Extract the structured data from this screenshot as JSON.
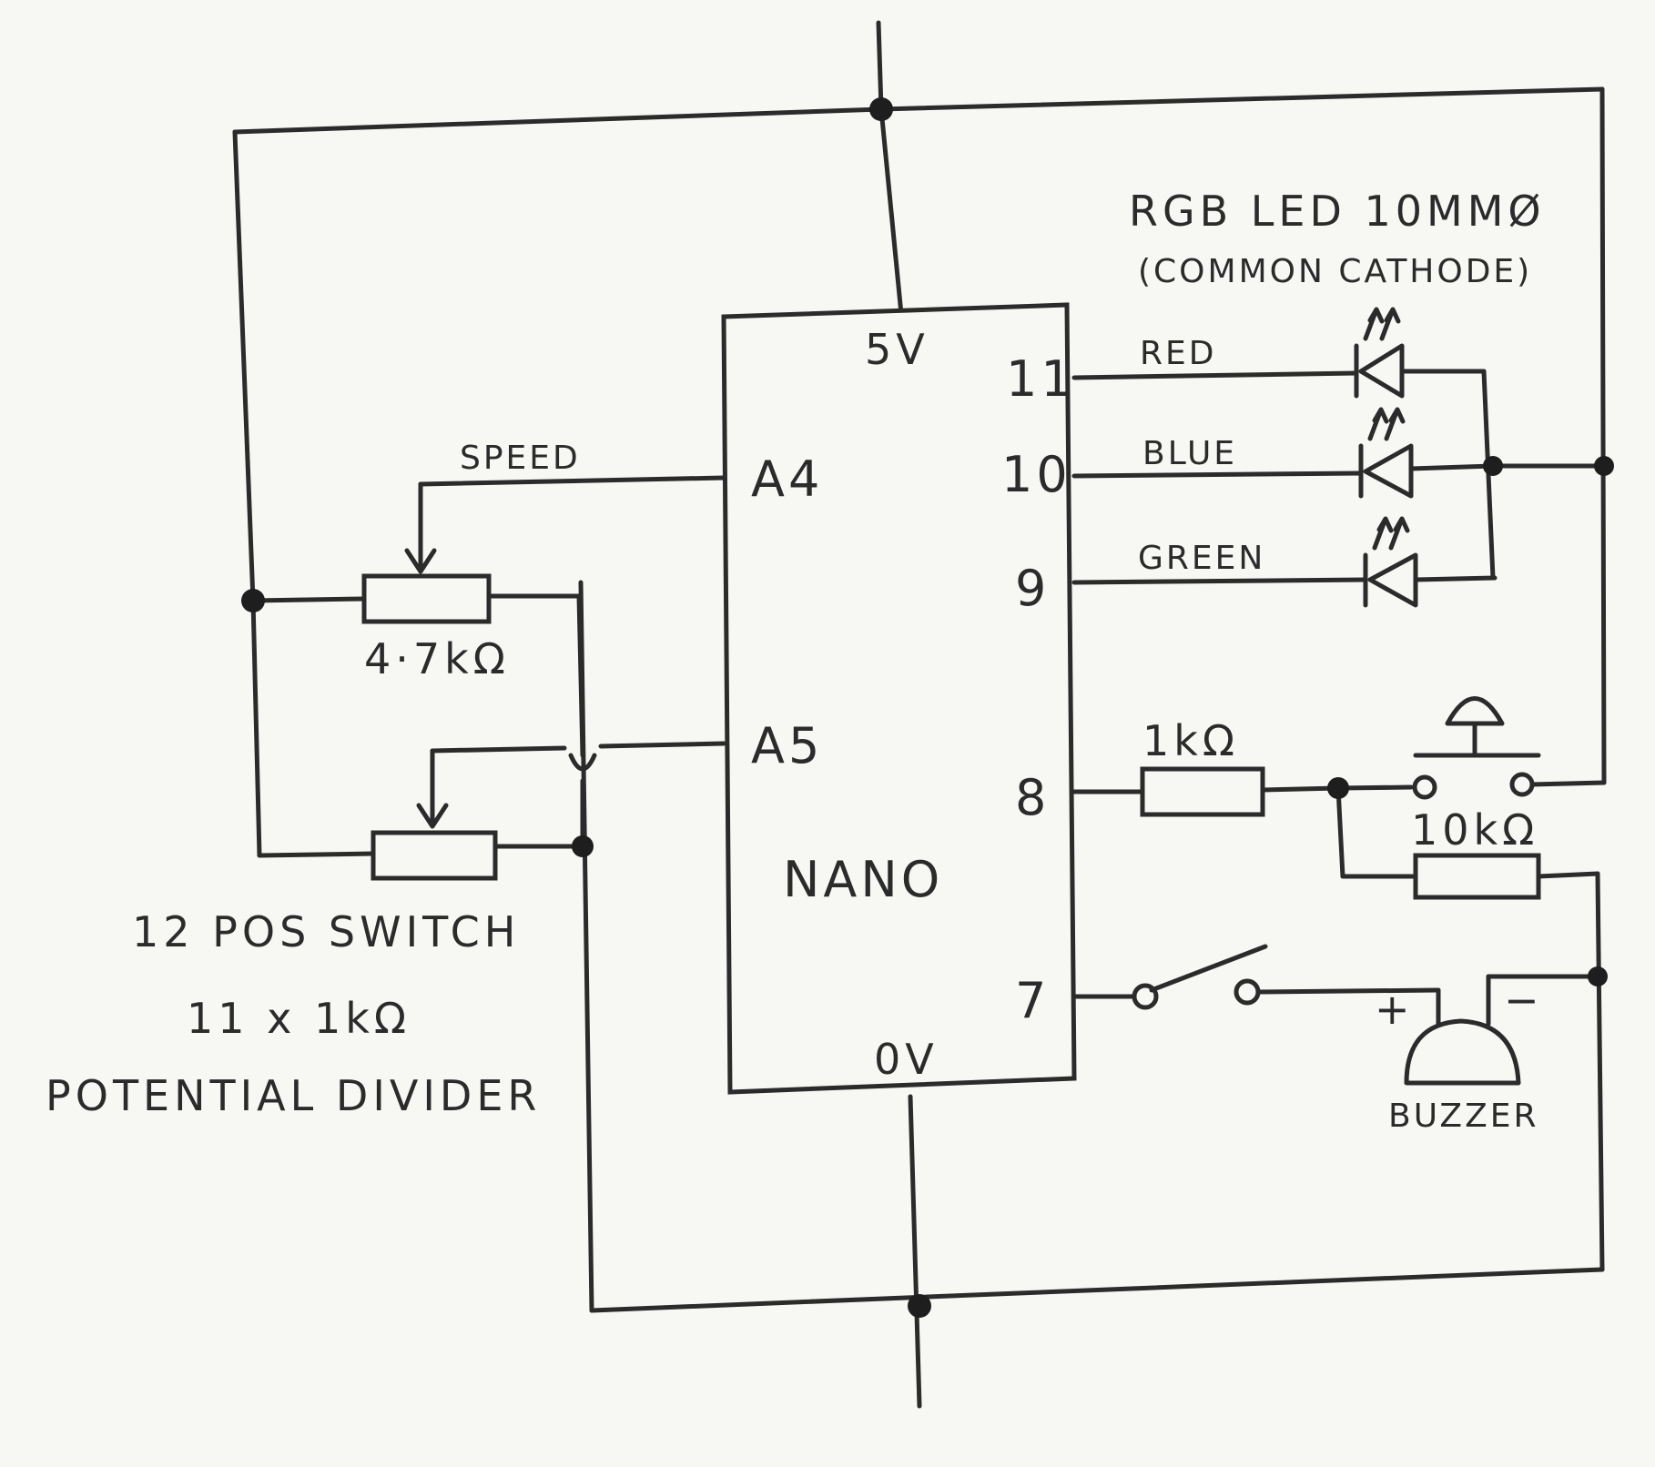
{
  "diagram": {
    "supply_label": "5V",
    "ground_label": "0V",
    "mcu_label": "NANO",
    "pins": {
      "a4": "A4",
      "a5": "A5",
      "d11": "11",
      "d10": "10",
      "d9": "9",
      "d8": "8",
      "d7": "7"
    },
    "rgb_led": {
      "title": "RGB LED 10MMØ",
      "subtitle": "(COMMON CATHODE)",
      "channels": [
        "RED",
        "BLUE",
        "GREEN"
      ]
    },
    "speed_label": "SPEED",
    "pot_value": "4·7kΩ",
    "switch_block": {
      "line1": "12 POS SWITCH",
      "line2": "11 x 1kΩ",
      "line3": "POTENTIAL DIVIDER"
    },
    "resistor_8": "1kΩ",
    "resistor_pulldown": "10kΩ",
    "buzzer": {
      "label": "BUZZER",
      "plus": "+",
      "minus": "−"
    }
  }
}
